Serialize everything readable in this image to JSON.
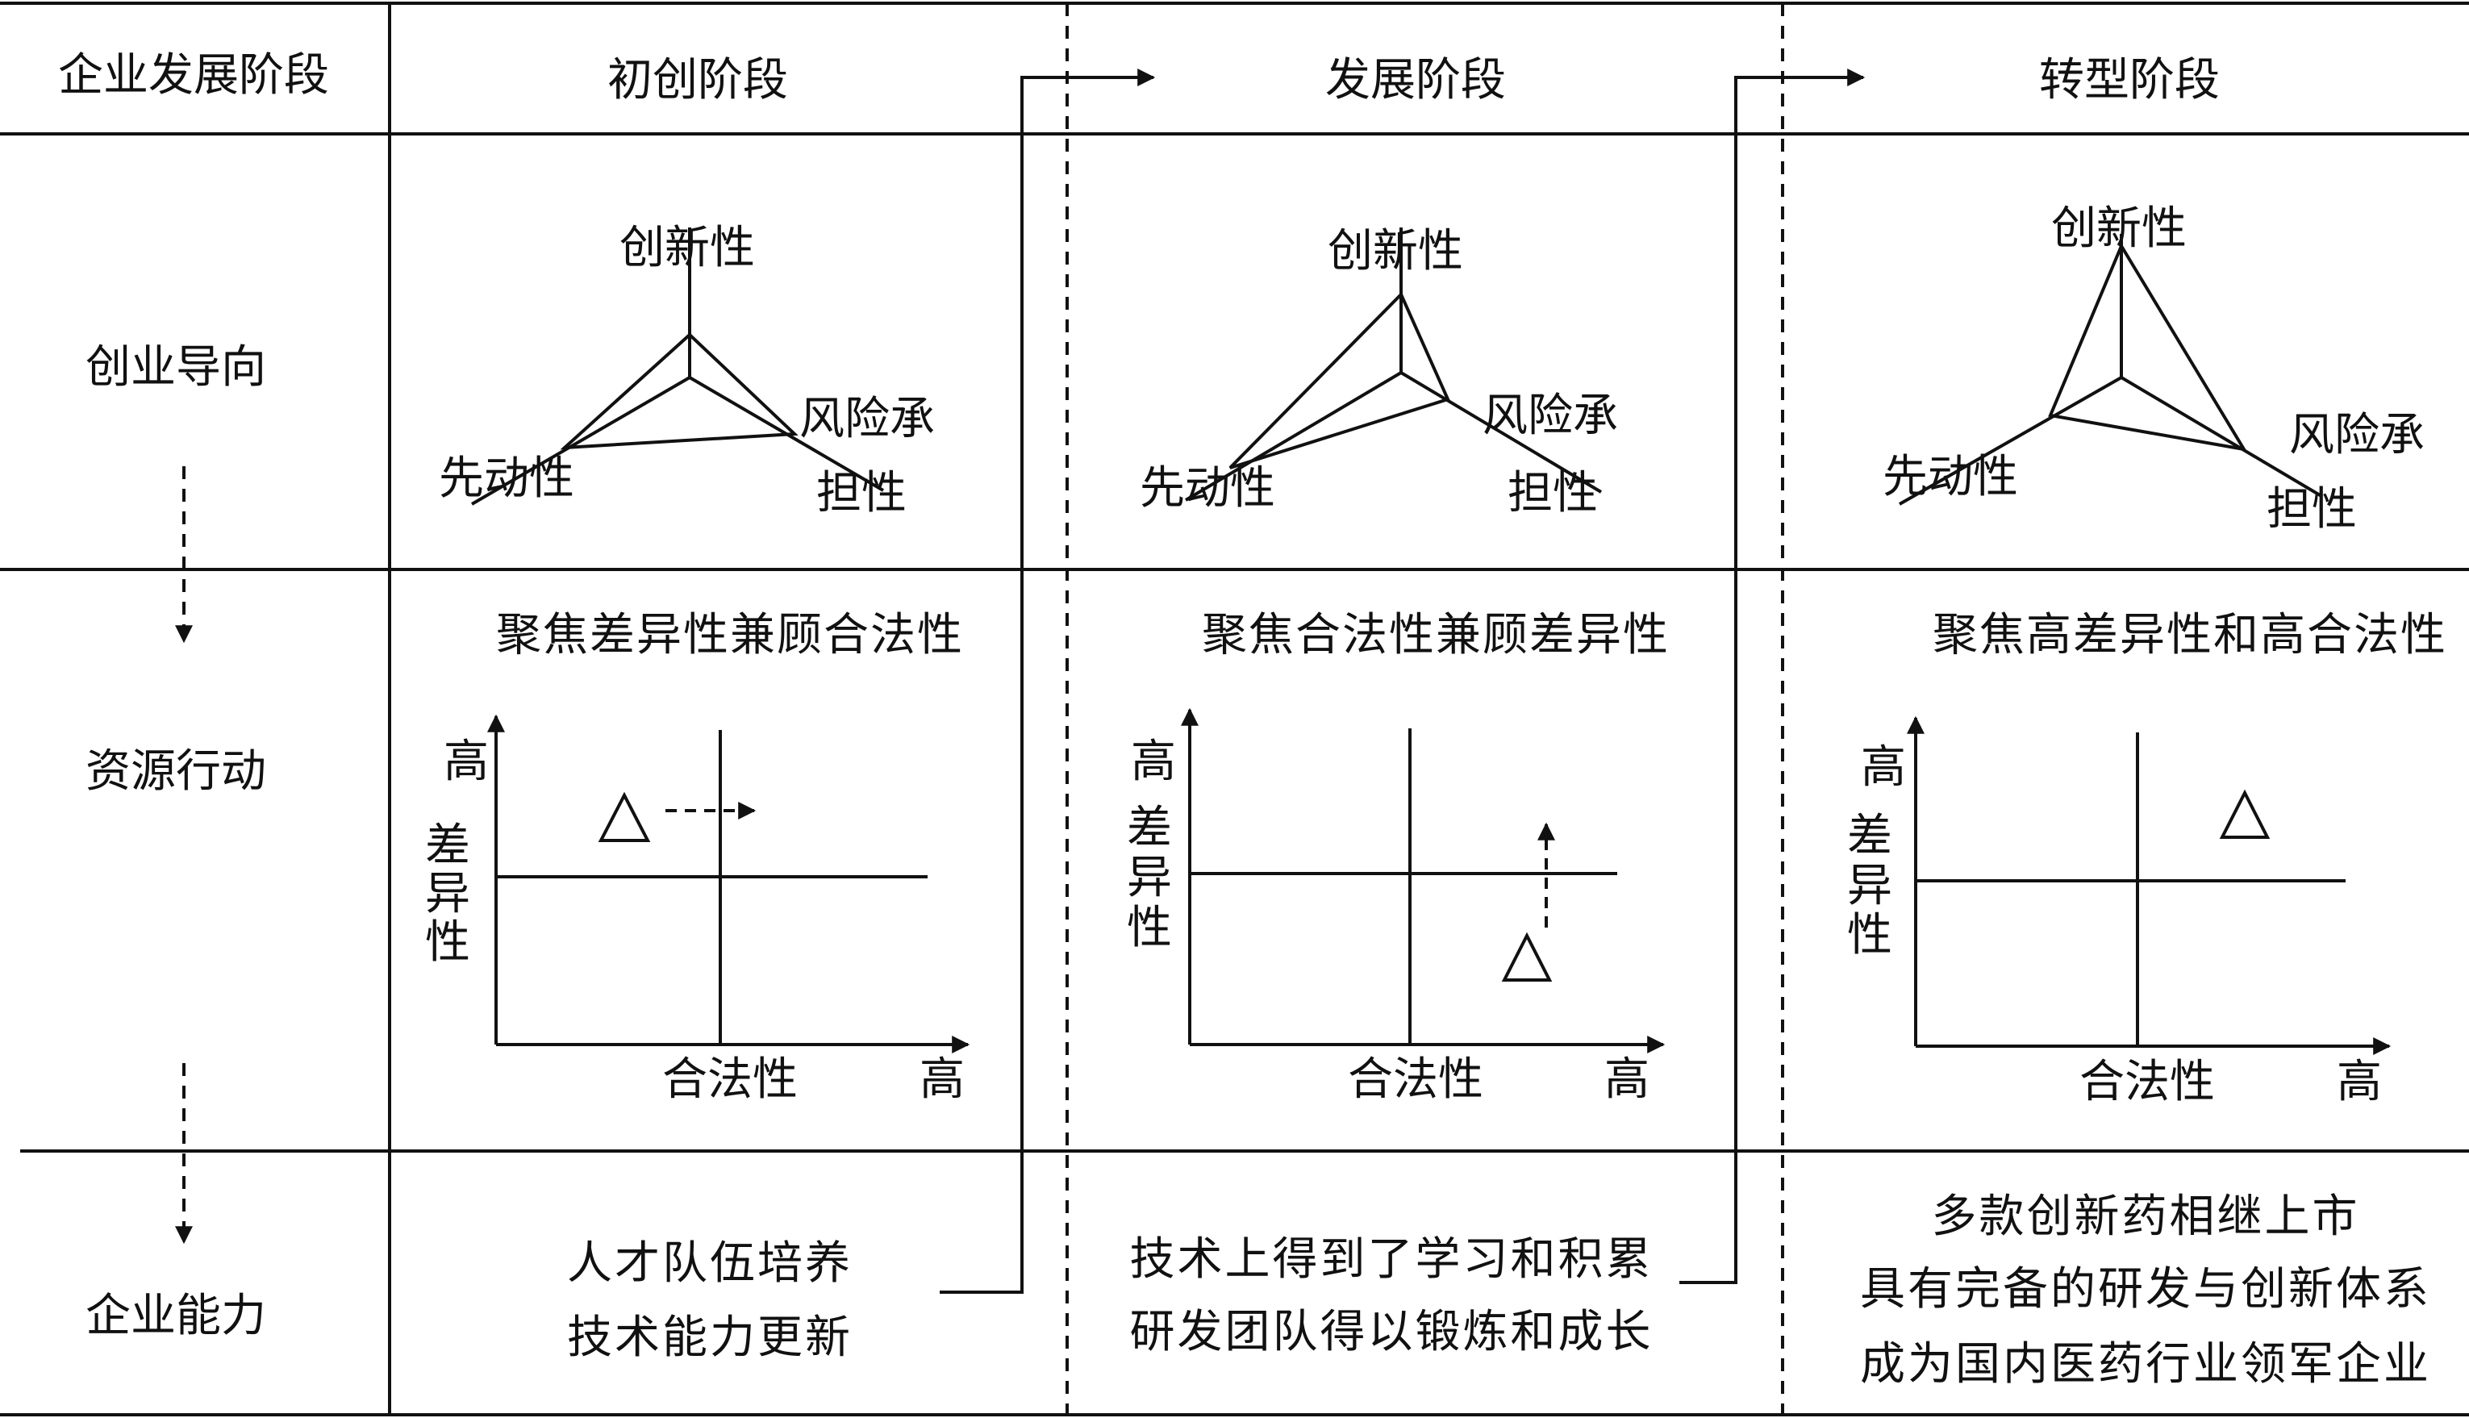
{
  "colors": {
    "line": "#111111",
    "background": "#ffffff"
  },
  "header": {
    "row_label": "企业发展阶段",
    "stages": [
      "初创阶段",
      "发展阶段",
      "转型阶段"
    ]
  },
  "rows": {
    "orientation": "创业导向",
    "resource": "资源行动",
    "capability": "企业能力"
  },
  "radar": {
    "top_label": "创新性",
    "left_label": "先动性",
    "right_label_line1": "风险承",
    "right_label_line2": "担性"
  },
  "focus": [
    "聚焦差异性兼顾合法性",
    "聚焦合法性兼顾差异性",
    "聚焦高差异性和高合法性"
  ],
  "matrix": {
    "y_high": "高",
    "y_label_chars": [
      "差",
      "异",
      "性"
    ],
    "x_label": "合法性",
    "x_high": "高",
    "marker": "triangle-marker"
  },
  "capabilities": [
    [
      "人才队伍培养",
      "技术能力更新"
    ],
    [
      "技术上得到了学习和积累",
      "研发团队得以锻炼和成长"
    ],
    [
      "多款创新药相继上市",
      "具有完备的研发与创新体系",
      "成为国内医药行业领军企业"
    ]
  ]
}
